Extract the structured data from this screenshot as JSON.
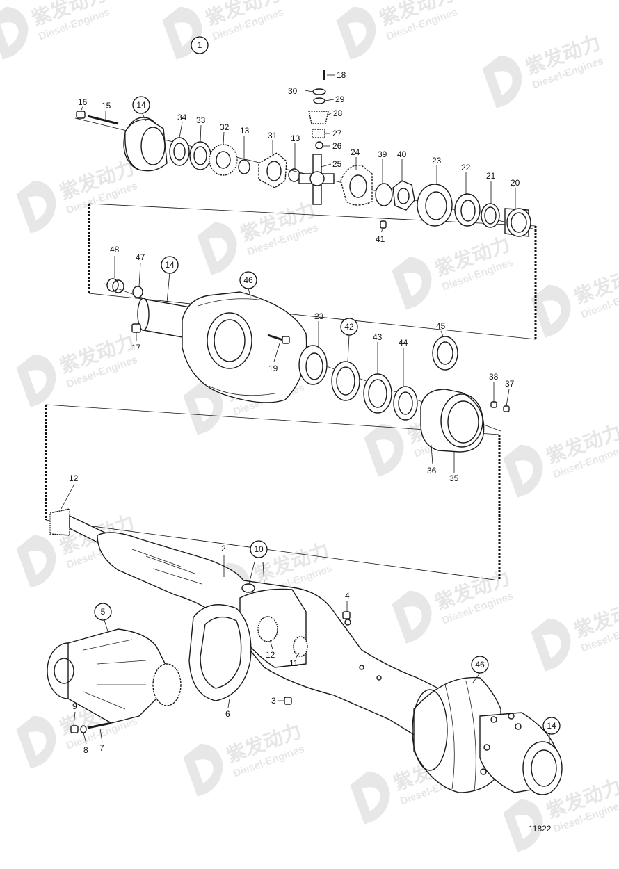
{
  "diagram": {
    "figure_number": "1",
    "drawing_number": "11822",
    "watermark": {
      "cn": "紫发动力",
      "en": "Diesel-Engines"
    },
    "labels": {
      "p1": "1",
      "p2": "2",
      "p3": "3",
      "p4": "4",
      "p5": "5",
      "p6": "6",
      "p7": "7",
      "p8": "8",
      "p9": "9",
      "p10": "10",
      "p11": "11",
      "p12a": "12",
      "p12b": "12",
      "p13a": "13",
      "p13b": "13",
      "p14a": "14",
      "p14b": "14",
      "p14c": "14",
      "p15": "15",
      "p16": "16",
      "p17": "17",
      "p18": "18",
      "p19": "19",
      "p20": "20",
      "p21": "21",
      "p22": "22",
      "p23a": "23",
      "p23b": "23",
      "p24": "24",
      "p25": "25",
      "p26": "26",
      "p27": "27",
      "p28": "28",
      "p29": "29",
      "p30": "30",
      "p31": "31",
      "p32": "32",
      "p33": "33",
      "p34": "34",
      "p35": "35",
      "p36": "36",
      "p37": "37",
      "p38": "38",
      "p39": "39",
      "p40": "40",
      "p41": "41",
      "p42": "42",
      "p43": "43",
      "p44": "44",
      "p45": "45",
      "p46a": "46",
      "p46b": "46",
      "p47": "47",
      "p48": "48"
    }
  }
}
